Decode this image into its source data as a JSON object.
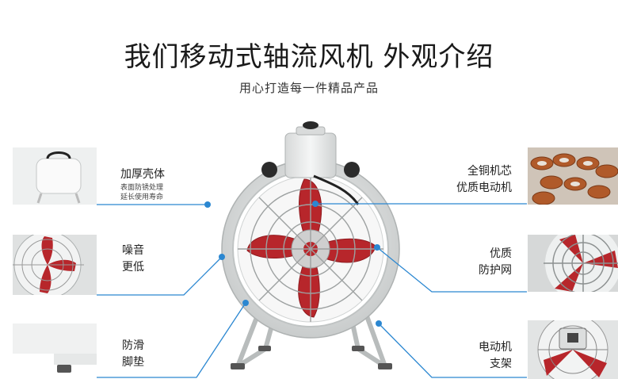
{
  "header": {
    "title": "我们移动式轴流风机 外观介绍",
    "subtitle": "用心打造每一件精品产品"
  },
  "features_left": [
    {
      "title": "加厚壳体",
      "note1": "表面防锈处理",
      "note2": "延长使用寿命"
    },
    {
      "line1": "噪音",
      "line2": "更低"
    },
    {
      "line1": "防滑",
      "line2": "脚垫"
    }
  ],
  "features_right": [
    {
      "line1": "全铜机芯",
      "line2": "优质电动机"
    },
    {
      "line1": "优质",
      "line2": "防护网"
    },
    {
      "line1": "电动机",
      "line2": "支架"
    }
  ],
  "colors": {
    "accent_line": "#2b87d1",
    "blade_red": "#b7262b",
    "housing_grey": "#e4e6e6"
  }
}
